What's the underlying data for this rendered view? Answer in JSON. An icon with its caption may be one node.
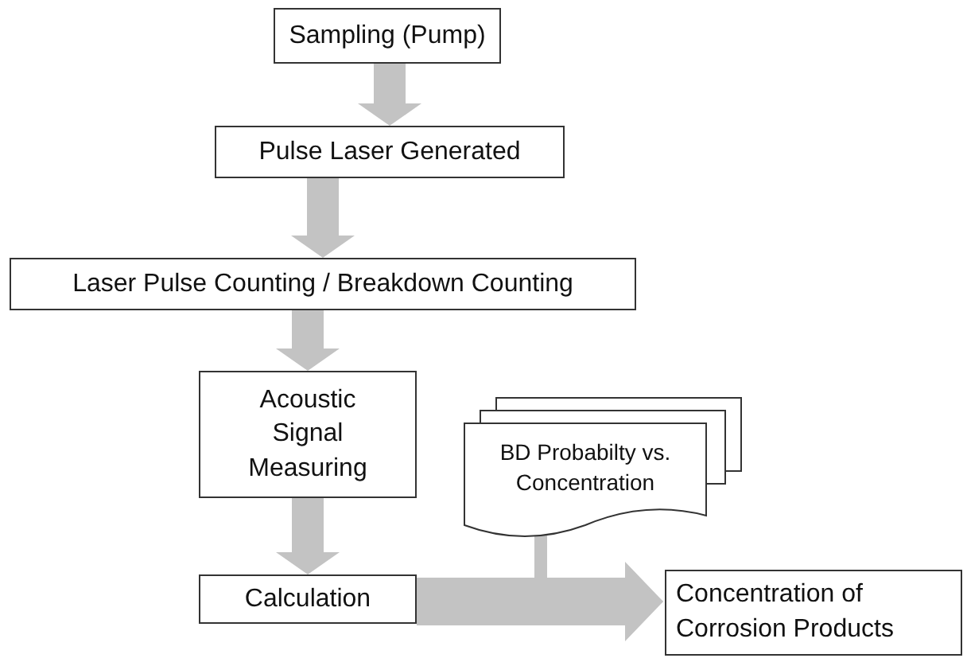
{
  "diagram": {
    "nodes": [
      {
        "text": [
          "Sampling (Pump)"
        ]
      },
      {
        "text": [
          "Pulse Laser Generated"
        ]
      },
      {
        "text": [
          "Laser Pulse Counting / Breakdown Counting"
        ]
      },
      {
        "text": [
          "Acoustic Signal Measuring"
        ]
      },
      {
        "text": [
          "Calculation"
        ]
      },
      {
        "text": [
          "BD Probabilty vs. Concentration"
        ]
      },
      {
        "text": [
          "Concentration of Corrosion Products"
        ]
      }
    ],
    "edges": [
      {
        "from": 0,
        "to": 1,
        "arrow": "to"
      },
      {
        "from": 1,
        "to": 2,
        "arrow": "to"
      },
      {
        "from": 2,
        "to": 3,
        "arrow": "to"
      },
      {
        "from": 3,
        "to": 4,
        "arrow": "to"
      },
      {
        "from": 4,
        "to": 6,
        "arrow": "to"
      },
      {
        "from": 5,
        "to": 6,
        "arrow": "to"
      }
    ]
  }
}
